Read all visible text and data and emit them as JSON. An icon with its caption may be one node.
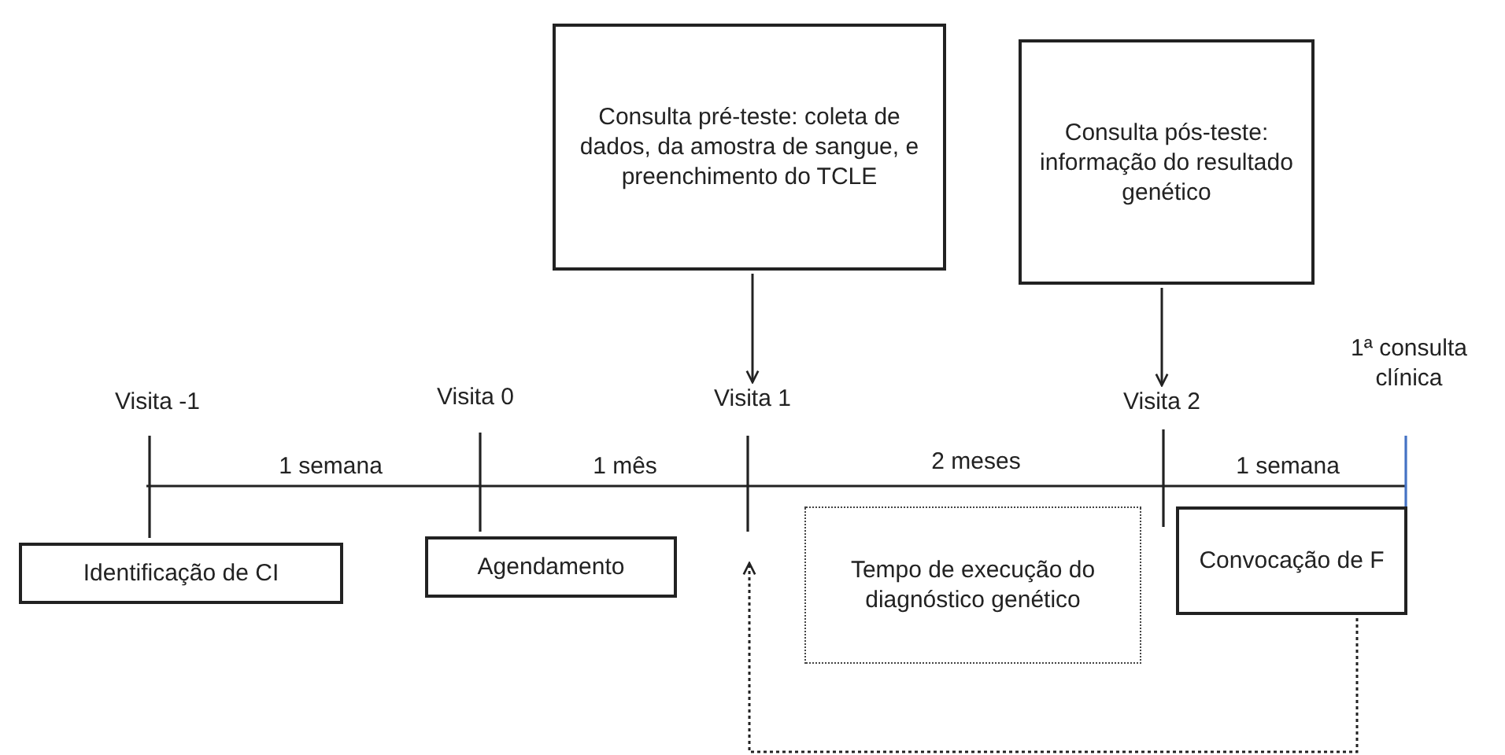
{
  "diagram": {
    "nodes": [
      {
        "text": [
          "Consulta pré-teste: coleta de dados, da amostra de sangue, e preenchimento do TCLE"
        ]
      },
      {
        "text": [
          "Consulta pós-teste: informação do resultado genético"
        ]
      },
      {
        "text": [
          "Visita 1"
        ]
      },
      {
        "text": [
          "Visita 2"
        ]
      },
      {
        "text": [
          "Identificação de CI"
        ]
      },
      {
        "text": [
          "Agendamento"
        ]
      },
      {
        "text": [
          "Tempo de execução do diagnóstico genético"
        ]
      },
      {
        "text": [
          "Convocação de F"
        ]
      }
    ],
    "edges": [
      {
        "from": 0,
        "to": 2,
        "arrow": "to"
      },
      {
        "from": 1,
        "to": 3,
        "arrow": "to"
      },
      {
        "from": 7,
        "to": null,
        "arrow": "to",
        "style": "dashed"
      }
    ],
    "labels": [
      "1ª consulta clínica",
      "Visita -1",
      "Visita 0",
      "1 semana",
      "1 mês",
      "2 meses",
      "1 semana"
    ]
  }
}
